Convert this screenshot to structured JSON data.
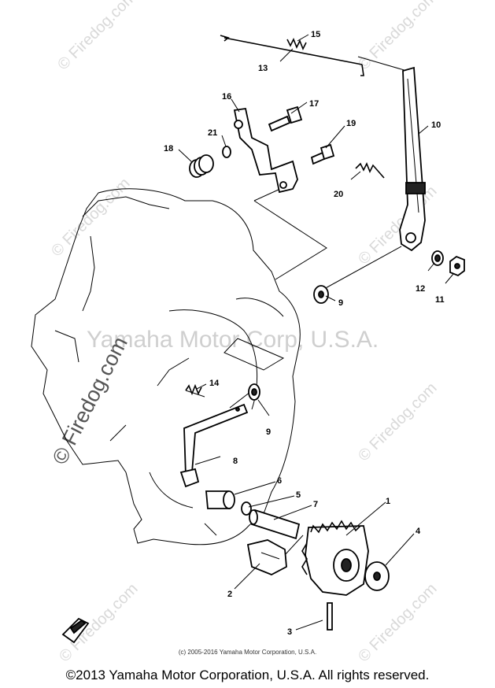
{
  "watermarks": {
    "small": "© Firedog.com",
    "diagonal": "© Firedog.com",
    "center": "Yamaha Motor Corp, U.S.A."
  },
  "callouts": [
    "1",
    "2",
    "3",
    "4",
    "5",
    "6",
    "7",
    "8",
    "9",
    "9",
    "10",
    "11",
    "12",
    "13",
    "14",
    "15",
    "16",
    "17",
    "18",
    "19",
    "20",
    "21"
  ],
  "copyright_small": "(c) 2005-2016 Yamaha Motor Corporation, U.S.A.",
  "copyright_main": "©2013 Yamaha Motor Corporation, U.S.A. All rights reserved."
}
